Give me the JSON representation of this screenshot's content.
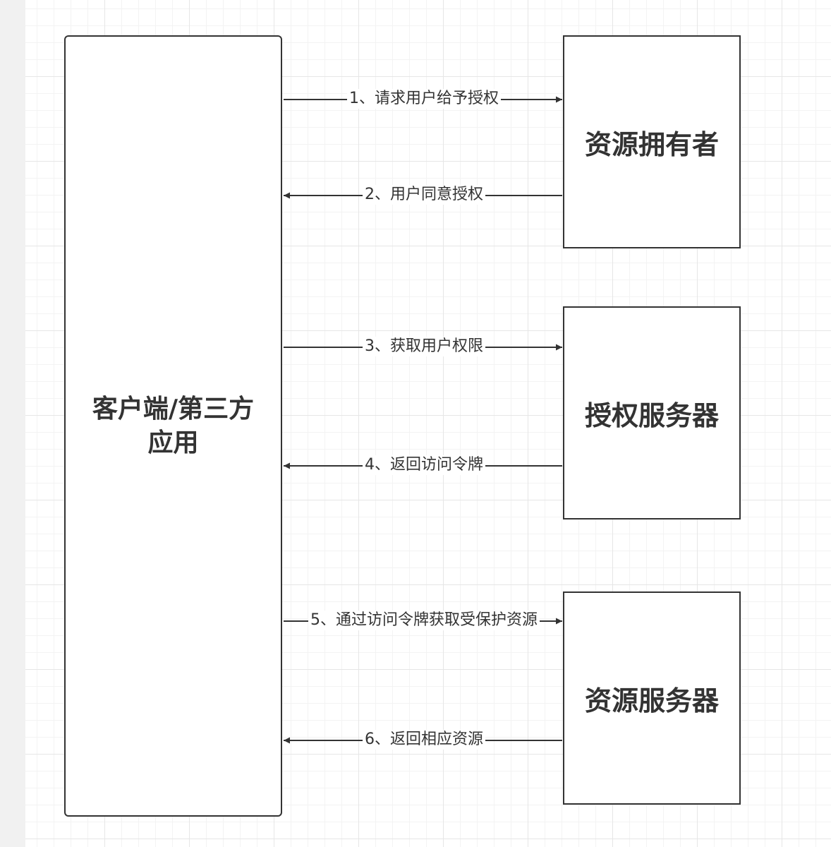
{
  "client": {
    "line1": "客户端/第三方",
    "line2": "应用"
  },
  "servers": {
    "resource_owner": "资源拥有者",
    "auth_server": "授权服务器",
    "resource_server": "资源服务器"
  },
  "steps": [
    {
      "label": "1、请求用户给予授权",
      "direction": "to-right"
    },
    {
      "label": "2、用户同意授权",
      "direction": "to-left"
    },
    {
      "label": "3、获取用户权限",
      "direction": "to-right"
    },
    {
      "label": "4、返回访问令牌",
      "direction": "to-left"
    },
    {
      "label": "5、通过访问令牌获取受保护资源",
      "direction": "to-right"
    },
    {
      "label": "6、返回相应资源",
      "direction": "to-left"
    }
  ],
  "colors": {
    "stroke": "#333333",
    "background": "#ffffff",
    "grid": "#e6e6e6"
  }
}
